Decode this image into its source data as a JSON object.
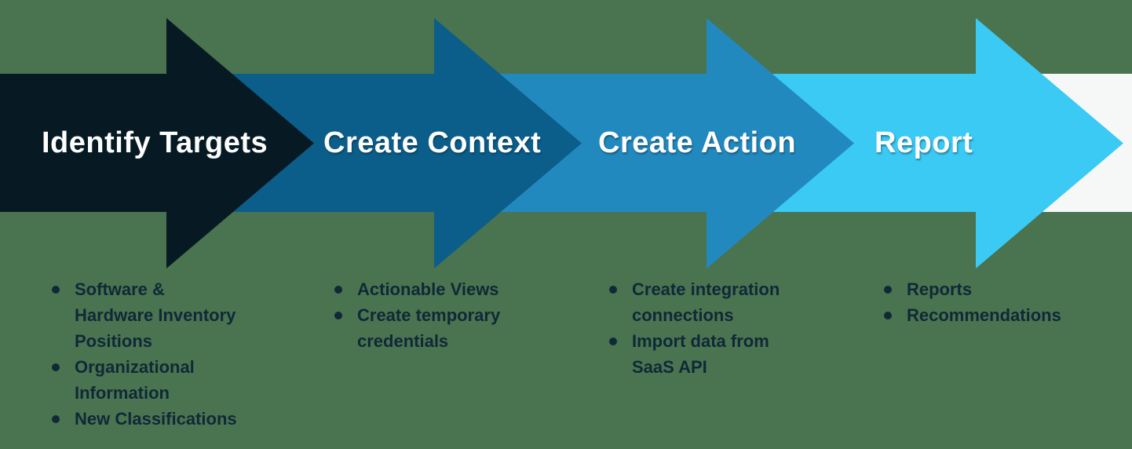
{
  "background_color": "#4a7350",
  "tail_band_color": "#f6f8f8",
  "title_color": "#fdfdfd",
  "bullet_text_color": "#0f2937",
  "stages": [
    {
      "label": "Identify Targets",
      "color": "#071a23",
      "bullets": [
        [
          "Software &",
          "Hardware Inventory",
          "Positions"
        ],
        [
          "Organizational",
          "Information"
        ],
        [
          "New Classifications"
        ]
      ]
    },
    {
      "label": "Create Context",
      "color": "#0b5e89",
      "bullets": [
        [
          "Actionable Views"
        ],
        [
          "Create temporary",
          "credentials"
        ]
      ]
    },
    {
      "label": "Create Action",
      "color": "#2289bf",
      "bullets": [
        [
          "Create integration",
          "connections"
        ],
        [
          "Import data from",
          "SaaS API"
        ]
      ]
    },
    {
      "label": "Report",
      "color": "#3acaf4",
      "bullets": [
        [
          "Reports"
        ],
        [
          "Recommendations"
        ]
      ]
    }
  ]
}
